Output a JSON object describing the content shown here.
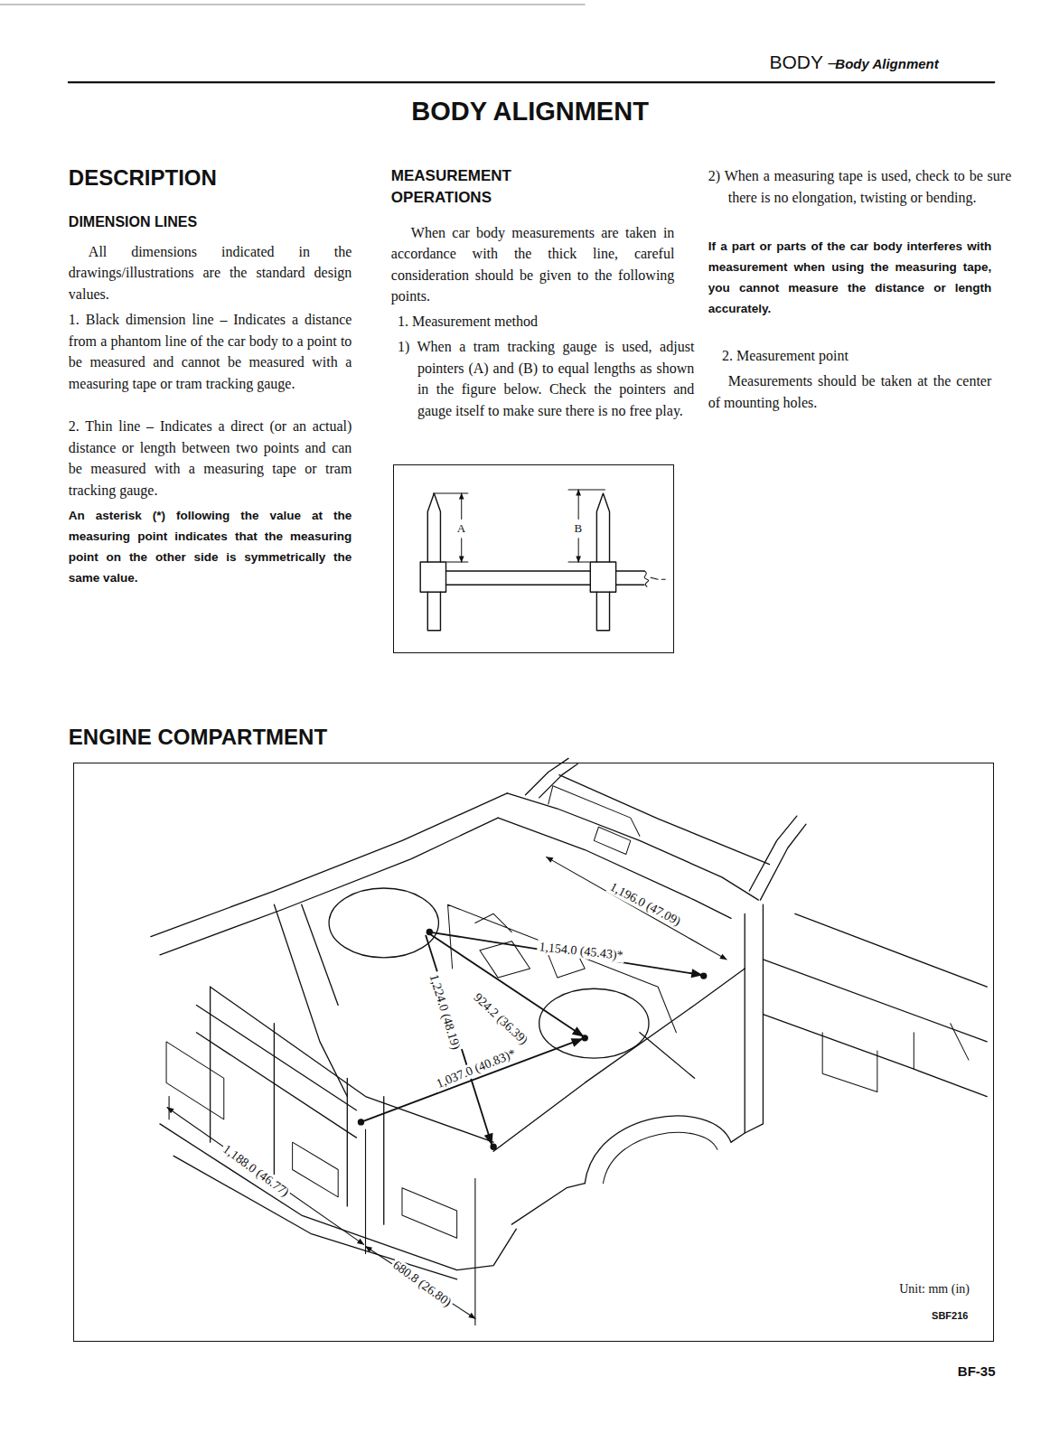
{
  "diagram": {
    "title": "BODY ALIGNMENT",
    "nodes": [
      {
        "text": [
          "A",
          "B"
        ]
      },
      {
        "text": [
          "1,196.0 (47.09)",
          "1,154.0 (45.43)*",
          "924.2 (36.39)",
          "1,224.0 (48.19)",
          "1,037.0 (40.83)*",
          "1,188.0 (46.77)",
          "680.8 (26.80)",
          "Unit: mm (in)",
          "SBF216"
        ]
      }
    ],
    "labels": [
      "BODY –",
      "Body Alignment",
      "DESCRIPTION",
      "DIMENSION LINES",
      "All dimensions indicated in the drawings/illustrations are the standard design values.",
      "1. Black dimension line – Indicates a distance from a phantom line of the car body to a point to be measured and cannot be measured with a measuring tape or tram tracking gauge.",
      "2. Thin line – Indicates a direct (or an actual) distance or length between two points and can be measured with a measuring tape or tram tracking gauge.",
      "An asterisk (*) following the value at the measuring point indicates that the measuring point on the other side is symmetrically the same value.",
      "MEASUREMENT OPERATIONS",
      "When car body measurements are taken in accordance with the thick line, careful consideration should be given to the following points.",
      "1. Measurement method",
      "1) When a tram tracking gauge is used, adjust pointers (A) and (B) to equal lengths as shown in the figure below. Check the pointers and gauge itself to make sure there is no free play.",
      "2) When a measuring tape is used, check to be sure there is no elongation, twisting or bending.",
      "If a part or parts of the car body interferes with measurement when using the measuring tape, you cannot measure the distance or length accurately.",
      "2. Measurement point",
      "Measurements should be taken at the center of mounting holes.",
      "ENGINE COMPARTMENT",
      "BF-35"
    ]
  }
}
